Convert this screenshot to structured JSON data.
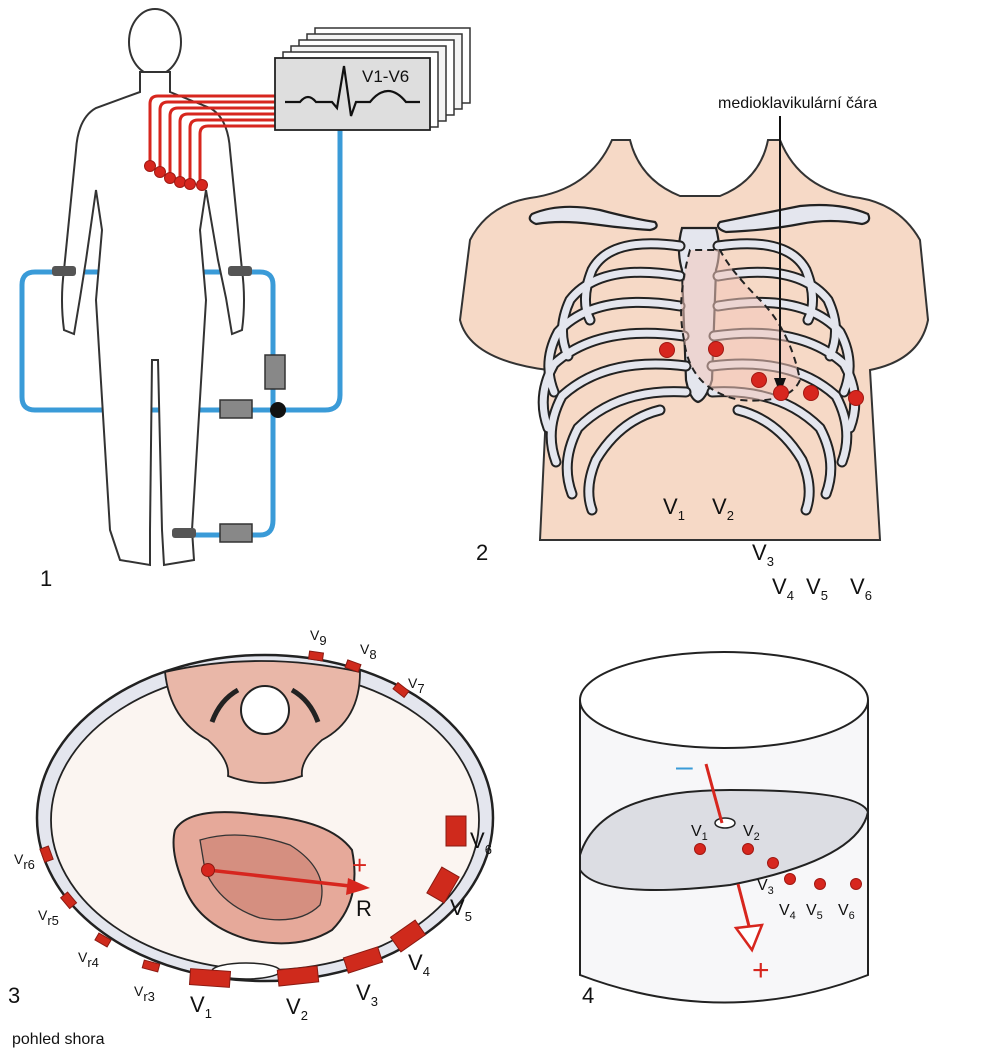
{
  "panel1": {
    "figure_number": "1",
    "monitor_label": "V1-V6"
  },
  "panel2": {
    "figure_number": "2",
    "annotation": "medioklavikulární čára",
    "leads": {
      "v1": {
        "main": "V",
        "sub": "1"
      },
      "v2": {
        "main": "V",
        "sub": "2"
      },
      "v3": {
        "main": "V",
        "sub": "3"
      },
      "v4": {
        "main": "V",
        "sub": "4"
      },
      "v5": {
        "main": "V",
        "sub": "5"
      },
      "v6": {
        "main": "V",
        "sub": "6"
      }
    }
  },
  "panel3": {
    "figure_number": "3",
    "caption": "pohled shora",
    "plus_sign": "+",
    "vector_label": "R",
    "leads": {
      "v1": {
        "main": "V",
        "sub": "1"
      },
      "v2": {
        "main": "V",
        "sub": "2"
      },
      "v3": {
        "main": "V",
        "sub": "3"
      },
      "v4": {
        "main": "V",
        "sub": "4"
      },
      "v5": {
        "main": "V",
        "sub": "5"
      },
      "v6": {
        "main": "V",
        "sub": "6"
      },
      "v7": {
        "main": "V",
        "sub": "7"
      },
      "v8": {
        "main": "V",
        "sub": "8"
      },
      "v9": {
        "main": "V",
        "sub": "9"
      },
      "vr3": {
        "main": "V",
        "sub": "r3"
      },
      "vr4": {
        "main": "V",
        "sub": "r4"
      },
      "vr5": {
        "main": "V",
        "sub": "r5"
      },
      "vr6": {
        "main": "V",
        "sub": "r6"
      }
    }
  },
  "panel4": {
    "figure_number": "4",
    "minus_sign": "–",
    "plus_sign": "+",
    "leads": {
      "v1": {
        "main": "V",
        "sub": "1"
      },
      "v2": {
        "main": "V",
        "sub": "2"
      },
      "v3": {
        "main": "V",
        "sub": "3"
      },
      "v4": {
        "main": "V",
        "sub": "4"
      },
      "v5": {
        "main": "V",
        "sub": "5"
      },
      "v6": {
        "main": "V",
        "sub": "6"
      }
    }
  },
  "colors": {
    "electrode_red": "#d7261e",
    "cable_blue": "#3a9bd8",
    "skin": "#f6d9c6",
    "bone": "#e4e6ee",
    "heart": "#e6a99a"
  }
}
